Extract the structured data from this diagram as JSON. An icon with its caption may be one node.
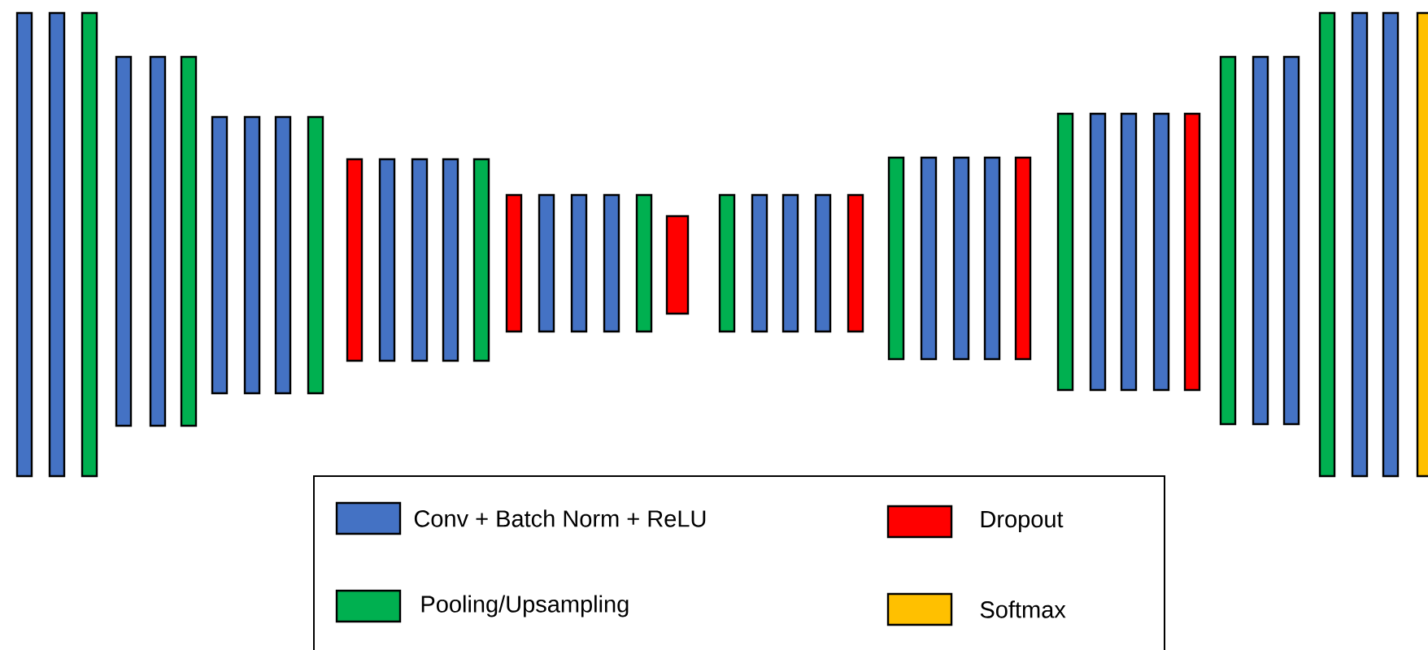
{
  "diagram": {
    "legend": [
      {
        "text": "Conv + Batch Norm + ReLU",
        "color": "#4472c4"
      },
      {
        "text": "Dropout",
        "color": "#ff0000"
      },
      {
        "text": "Pooling/Upsampling",
        "color": "#00b050"
      },
      {
        "text": "Softmax",
        "color": "#ffc000"
      }
    ]
  }
}
